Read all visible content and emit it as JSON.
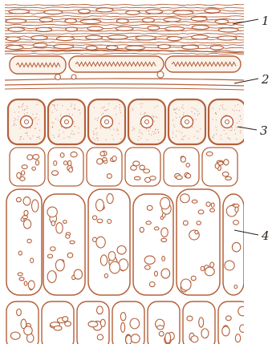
{
  "figure": {
    "stroke_color": "#b5603a",
    "cell_fill": "#fbf2ea",
    "dot_color": "#c9825f",
    "labels": [
      {
        "id": "label-1",
        "text": "1"
      },
      {
        "id": "label-2",
        "text": "2"
      },
      {
        "id": "label-3",
        "text": "3"
      },
      {
        "id": "label-4",
        "text": "4"
      }
    ]
  }
}
